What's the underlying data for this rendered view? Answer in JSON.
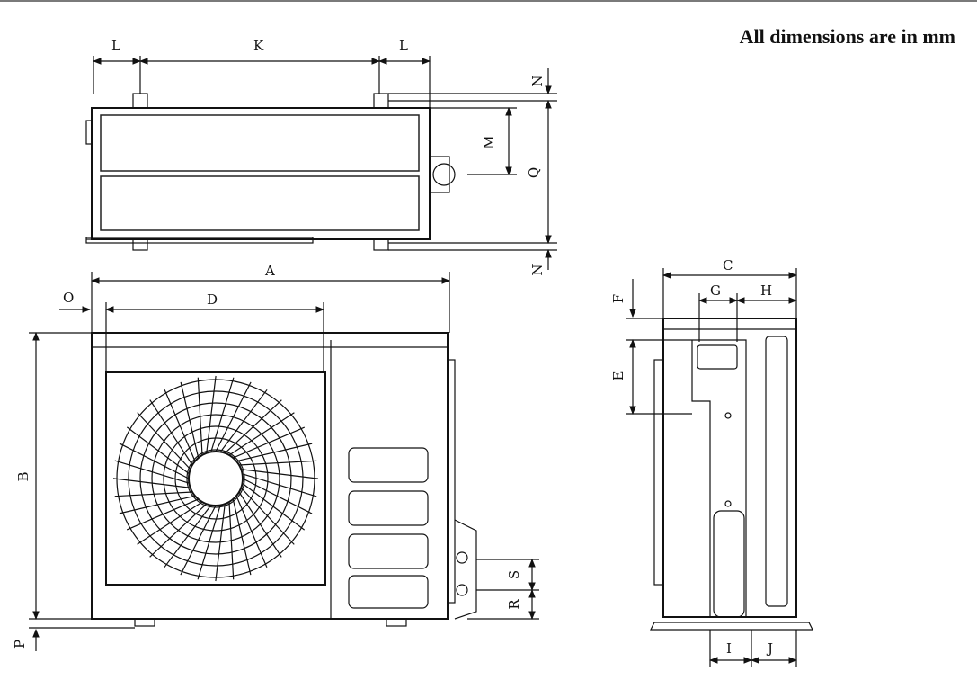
{
  "note": "All dimensions are in mm",
  "labels": {
    "A": "A",
    "B": "B",
    "C": "C",
    "D": "D",
    "E": "E",
    "F": "F",
    "G": "G",
    "H": "H",
    "I": "I",
    "J": "J",
    "K": "K",
    "L": "L",
    "M": "M",
    "N": "N",
    "O": "O",
    "P": "P",
    "Q": "Q",
    "R": "R",
    "S": "S"
  }
}
